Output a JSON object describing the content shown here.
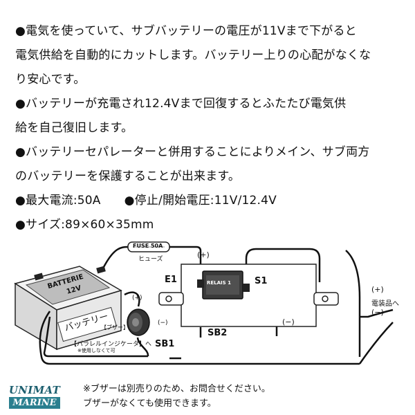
{
  "features": [
    "●電気を使っていて、サブバッテリーの電圧が11Vまで下がると",
    "電気供給を自動的にカットします。バッテリー上りの心配がなくな",
    "り安心です。",
    "●バッテリーが充電され12.4Vまで回復するとふたたび電気供",
    "給を自己復旧します。",
    "●バッテリーセパレーターと併用することによりメイン、サブ両方",
    "のバッテリーを保護することが出来ます。"
  ],
  "specs": {
    "max_current": "●最大電流:50A",
    "cutoff_voltage": "●停止/開始電圧:11V/12.4V",
    "size": "●サイズ:89×60×35mm"
  },
  "diagram": {
    "battery_label_en": "BATTERIE",
    "battery_label_voltage": "12V",
    "battery_label_jp": "バッテリー",
    "fuse_label": "FUSE 50A",
    "fuse_caption": "ヒューズ",
    "relay_label": "RELAIS 1",
    "terminal_e1": "E1",
    "terminal_s1": "S1",
    "terminal_sb1": "SB1",
    "terminal_sb2": "SB2",
    "plus_top": "(+)",
    "plus_buzzer": "(+)",
    "minus_buzzer": "(−)",
    "minus_center": "(−)",
    "plus_right": "(+)",
    "minus_right": "(−)",
    "to_appliance": "電装品へ",
    "buzzer_label": "【ブザー】",
    "indicator_label": "【パラレルインジケータ】へ",
    "indicator_note": "※使用しなくて可"
  },
  "footer": {
    "logo_top": "UNIMAT",
    "logo_bottom": "MARINE",
    "note_line1": "※ブザーは別売りのため、お問合せください。",
    "note_line2": "ブザーがなくても使用できます。"
  }
}
